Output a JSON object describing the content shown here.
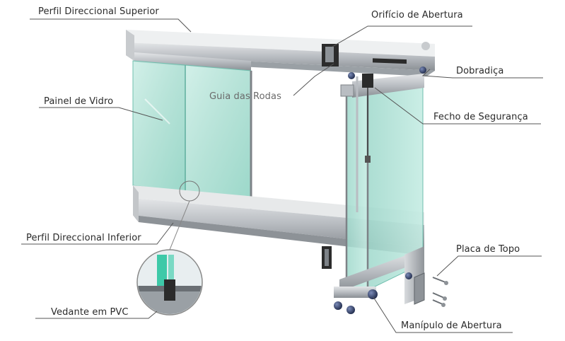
{
  "labels": {
    "perfil_superior": "Perfil Direccional Superior",
    "orificio": "Orifício de Abertura",
    "dobradica": "Dobradiça",
    "painel": "Painel de Vidro",
    "guia": "Guia das Rodas",
    "fecho": "Fecho de Segurança",
    "perfil_inferior": "Perfil Direccional Inferior",
    "placa": "Placa de Topo",
    "vedante": "Vedante em PVC",
    "manipulo": "Manípulo de Abertura"
  },
  "colors": {
    "glass": "#a8ddd0",
    "glass_edge": "#6fbfae",
    "aluminium": "#b9bdc2",
    "aluminium_dark": "#7d8287",
    "leader": "#555555",
    "knob": "#2f3b63"
  }
}
